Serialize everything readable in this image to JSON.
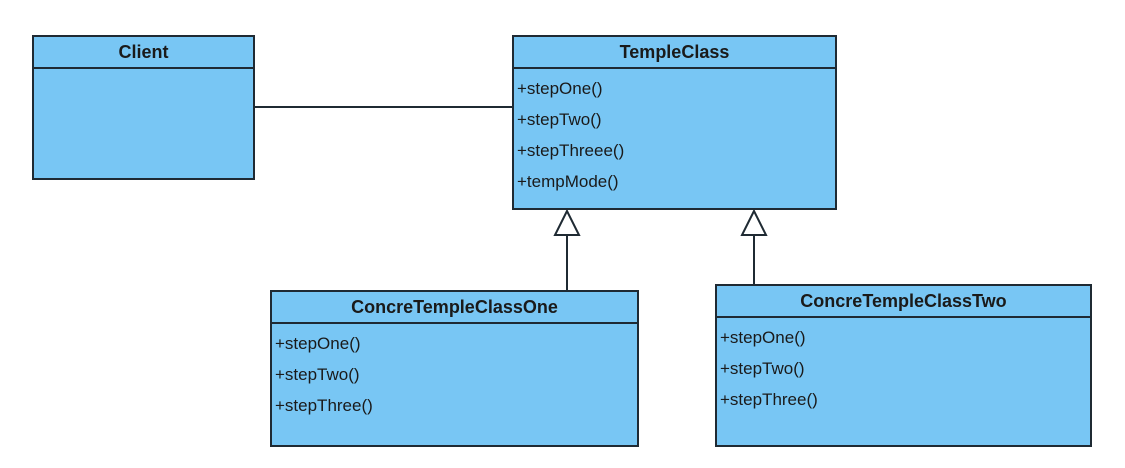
{
  "classes": {
    "client": {
      "name": "Client",
      "methods": []
    },
    "temple": {
      "name": "TempleClass",
      "methods": [
        "+stepOne()",
        "+stepTwo()",
        "+stepThreee()",
        "+tempMode()"
      ]
    },
    "one": {
      "name": "ConcreTempleClassOne",
      "methods": [
        "+stepOne()",
        "+stepTwo()",
        "+stepThree()"
      ]
    },
    "two": {
      "name": "ConcreTempleClassTwo",
      "methods": [
        "+stepOne()",
        "+stepTwo()",
        "+stepThree()"
      ]
    }
  },
  "colors": {
    "class_fill": "#78c6f4",
    "border": "#1f2a33",
    "background": "#ffffff"
  }
}
